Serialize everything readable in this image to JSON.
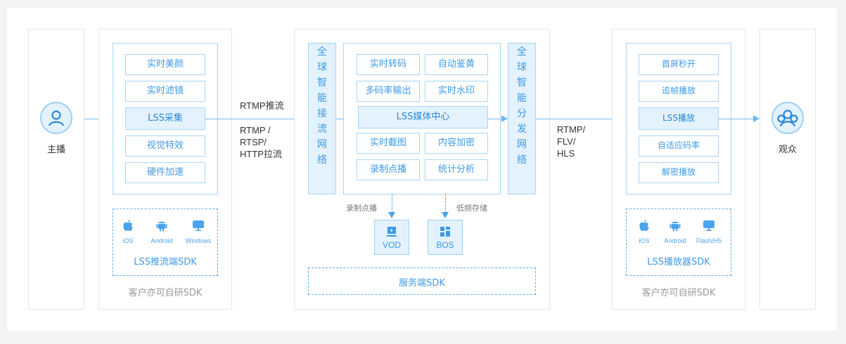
{
  "colors": {
    "accent": "#3d9ae8",
    "accent_light_bg": "#e3f2fd",
    "border_blue": "#a9d6f5",
    "panel_border": "#e6e6e6",
    "gray_text": "#999999"
  },
  "anchor": {
    "label": "主播",
    "icon": "user-icon"
  },
  "push_client": {
    "features": [
      "实时美颜",
      "实时滤镜",
      "LSS采集",
      "视觉特效",
      "硬件加速"
    ],
    "highlighted": "LSS采集",
    "sdk": {
      "platforms": [
        {
          "icon": "apple-icon",
          "label": "iOS"
        },
        {
          "icon": "android-icon",
          "label": "Android"
        },
        {
          "icon": "monitor-icon",
          "label": "Windows"
        }
      ],
      "title": "LSS推流端SDK"
    },
    "note": "客户亦可自研SDK"
  },
  "ingest_protocols": {
    "push": "RTMP推流",
    "pull": [
      "RTMP /",
      "RTSP/",
      "HTTP拉流"
    ]
  },
  "server": {
    "ingest_network": [
      "全",
      "球",
      "智",
      "能",
      "接",
      "流",
      "网",
      "络"
    ],
    "distribution_network": [
      "全",
      "球",
      "智",
      "能",
      "分",
      "发",
      "网",
      "络"
    ],
    "media_center": "LSS媒体中心",
    "features_top": [
      [
        "实时转码",
        "自动鉴黄"
      ],
      [
        "多码率输出",
        "实时水印"
      ]
    ],
    "features_bottom": [
      [
        "实时截图",
        "内容加密"
      ],
      [
        "录制点播",
        "统计分析"
      ]
    ],
    "outputs": [
      {
        "note": "录制点播",
        "label": "VOD",
        "icon": "video-file-icon"
      },
      {
        "note": "低频存储",
        "label": "BOS",
        "icon": "grid-storage-icon"
      }
    ],
    "sdk": "服务端SDK"
  },
  "delivery_protocols": [
    "RTMP/",
    "FLV/",
    "HLS"
  ],
  "player_client": {
    "features": [
      "首屏秒开",
      "追帧播放",
      "LSS播放",
      "自适应码率",
      "解密播放"
    ],
    "highlighted": "LSS播放",
    "sdk": {
      "platforms": [
        {
          "icon": "apple-icon",
          "label": "iOS"
        },
        {
          "icon": "android-icon",
          "label": "Android"
        },
        {
          "icon": "monitor-icon",
          "label": "Flash/H5"
        }
      ],
      "title": "LSS播放器SDK"
    },
    "note": "客户亦可自研SDK"
  },
  "audience": {
    "label": "观众",
    "icon": "group-icon"
  }
}
